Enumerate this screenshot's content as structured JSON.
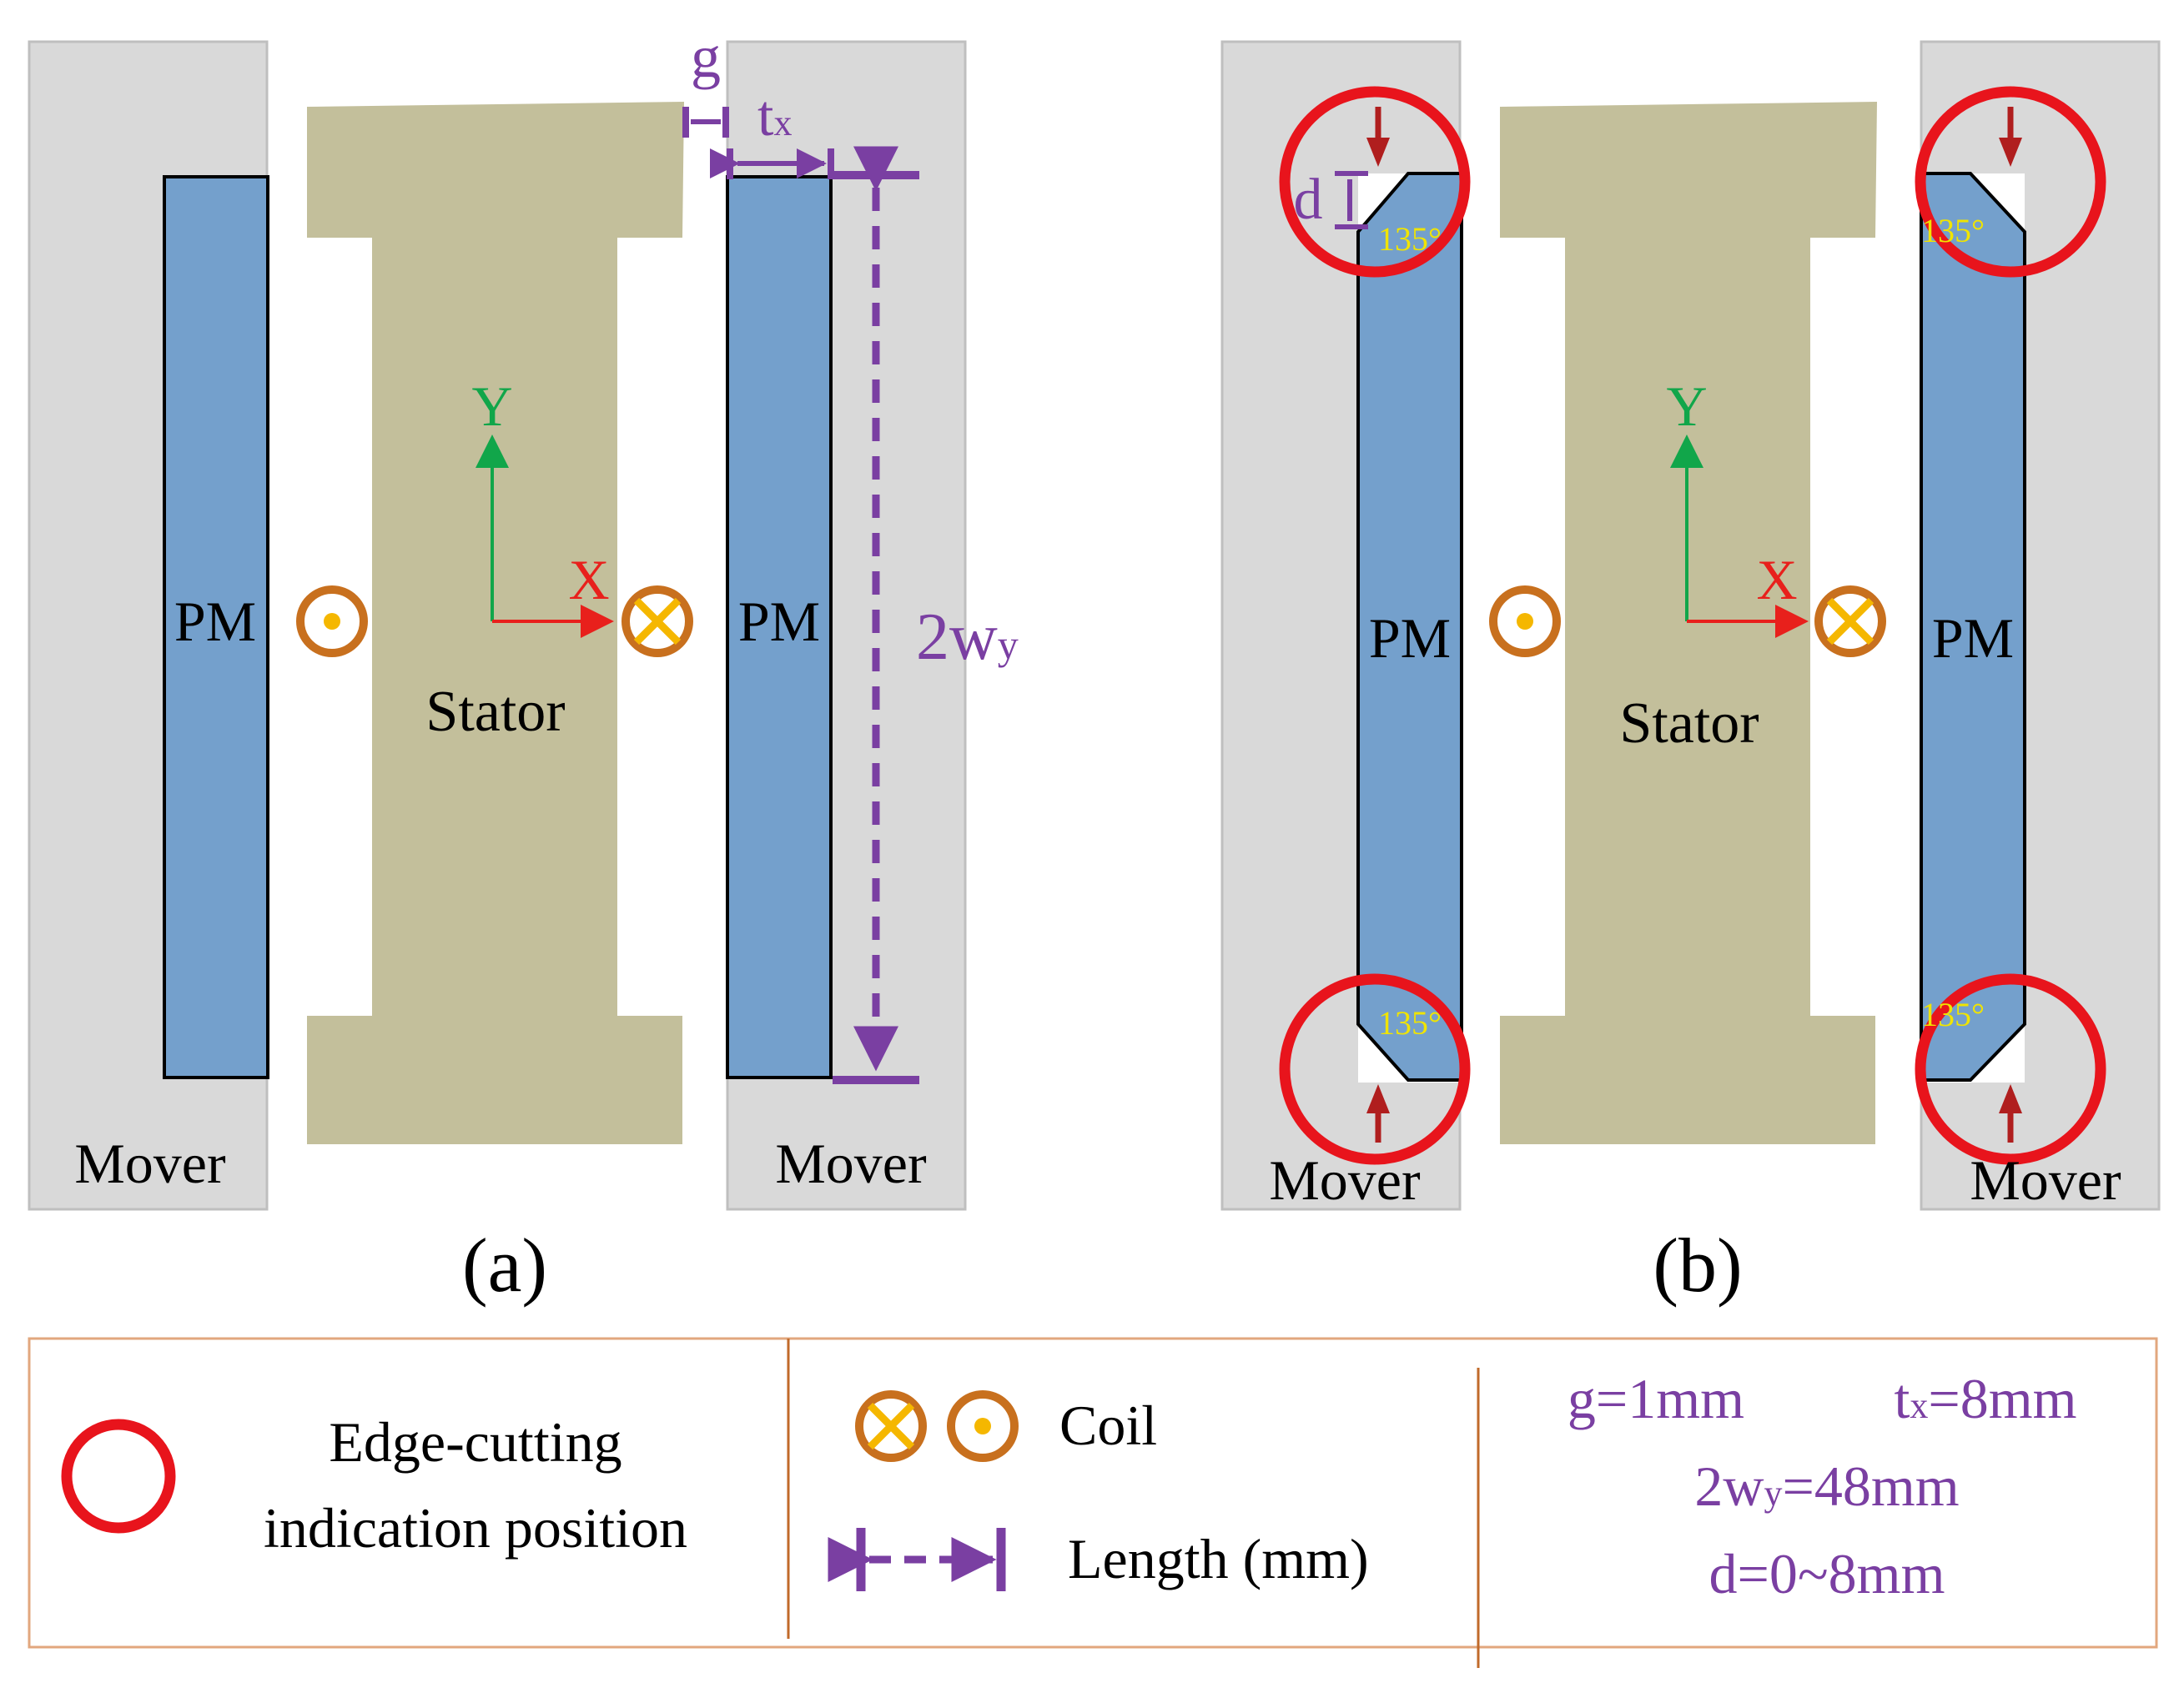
{
  "colors": {
    "mover": "#d9d9d9",
    "mover_edge": "#bfbfbf",
    "stator": "#c3bf9b",
    "pm": "#74a0cc",
    "coil": "#c8701e",
    "coil_fill": "#f5b700",
    "x_axis": "#e8201c",
    "y_axis": "#11a64a",
    "dimension": "#7a3fa2",
    "cut_circle": "#e8141c",
    "cut_arrow": "#b01e1e",
    "angle_text": "#f0e400",
    "legend_border": "#e2a77e",
    "legend_divider": "#c06a2a",
    "text": "#000000"
  },
  "panel_a": {
    "caption": "(a)",
    "mover_left": "Mover",
    "mover_right": "Mover",
    "pm_left": "PM",
    "pm_right": "PM",
    "stator": "Stator",
    "axis_x": "X",
    "axis_y": "Y",
    "dim_g": "g",
    "dim_tx": "t",
    "dim_tx_sub": "x",
    "dim_wy": "2w",
    "dim_wy_sub": "y"
  },
  "panel_b": {
    "caption": "(b)",
    "mover_left": "Mover",
    "mover_right": "Mover",
    "pm_left": "PM",
    "pm_right": "PM",
    "stator": "Stator",
    "axis_x": "X",
    "axis_y": "Y",
    "dim_d": "d",
    "angle": "135°"
  },
  "legend": {
    "cut_line1": "Edge-cutting",
    "cut_line2": "indication position",
    "coil": "Coil",
    "length": "Length (mm)",
    "param_g": "g=1mm",
    "param_tx": "t",
    "param_tx_sub": "x",
    "param_tx_val": "=8mm",
    "param_wy": "2w",
    "param_wy_sub": "y",
    "param_wy_val": "=48mm",
    "param_d": "d=0~8mm"
  },
  "icons": [
    "coil-out-icon",
    "coil-in-icon",
    "edge-cut-circle-icon",
    "dimension-arrow-icon",
    "axis-arrow-icon"
  ]
}
